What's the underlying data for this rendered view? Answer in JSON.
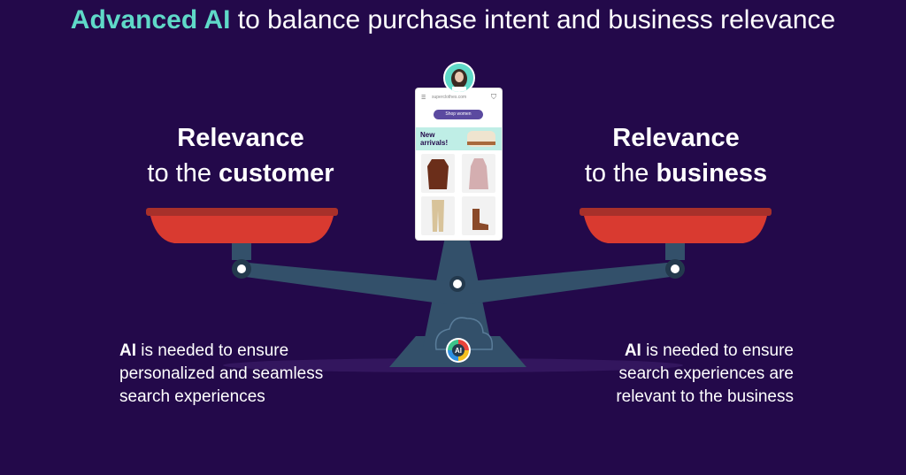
{
  "header": {
    "accent": "Advanced AI",
    "rest": " to balance purchase intent and business relevance"
  },
  "left": {
    "title_line1": "Relevance",
    "title_pre": "to the ",
    "title_bold": "customer",
    "note_bold": "AI",
    "note_line1_rest": " is needed to ensure",
    "note_line2": "personalized and seamless",
    "note_line3": "search experiences"
  },
  "right": {
    "title_line1": "Relevance",
    "title_pre": "to the ",
    "title_bold": "business",
    "note_bold": "AI",
    "note_line1_rest": " is needed to ensure",
    "note_line2": "search experiences are",
    "note_line3": "relevant to the business"
  },
  "phone": {
    "url": "superclothes.com",
    "shop_button": "Shop women",
    "banner": "New\narrivals!"
  },
  "badge": {
    "label": "AI"
  },
  "colors": {
    "background": "#23094a",
    "accent": "#5fd9c8",
    "pan": "#d93a30",
    "beam": "#33506a"
  }
}
